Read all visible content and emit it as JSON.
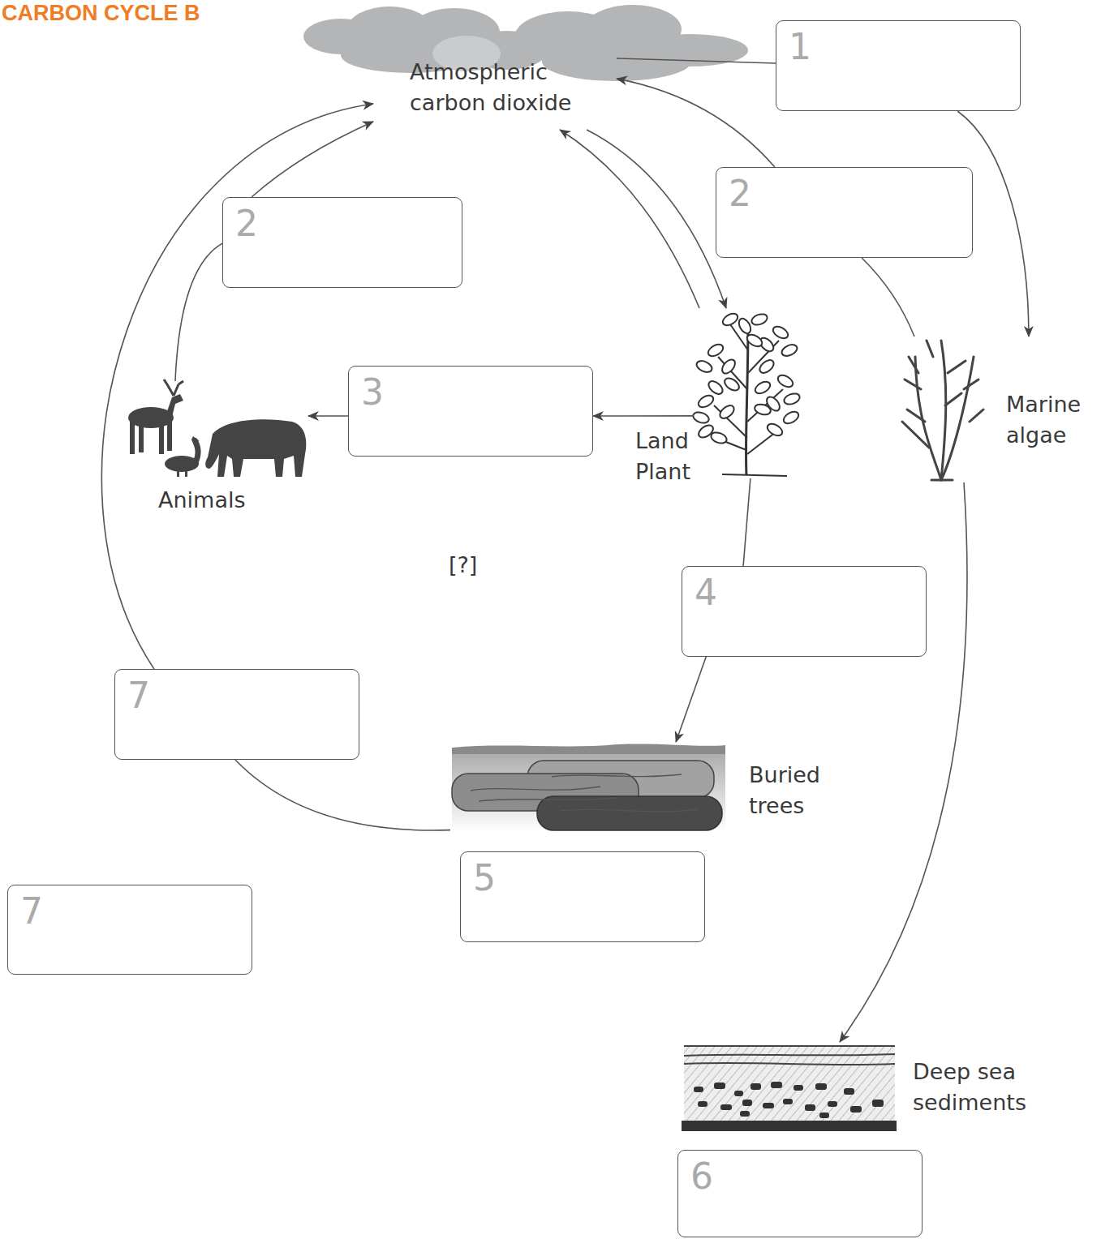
{
  "diagram": {
    "title": "CARBON CYCLE B",
    "nodes": [
      {
        "text": [
          "Atmospheric carbon dioxide"
        ]
      },
      {
        "text": [
          "1"
        ]
      },
      {
        "text": [
          "2"
        ]
      },
      {
        "text": [
          "2"
        ]
      },
      {
        "text": [
          "3"
        ]
      },
      {
        "text": [
          "Land Plant"
        ]
      },
      {
        "text": [
          "Marine algae"
        ]
      },
      {
        "text": [
          "Animals"
        ]
      },
      {
        "text": [
          "4"
        ]
      },
      {
        "text": [
          "7"
        ]
      },
      {
        "text": [
          "Buried trees"
        ]
      },
      {
        "text": [
          "5"
        ]
      },
      {
        "text": [
          "7"
        ]
      },
      {
        "text": [
          "Deep sea sediments"
        ]
      },
      {
        "text": [
          "6"
        ]
      }
    ],
    "edges": [
      {
        "from": 0,
        "to": 1,
        "arrow": "none"
      },
      {
        "from": 1,
        "to": 6,
        "arrow": "to"
      },
      {
        "from": 6,
        "to": 2,
        "arrow": "none"
      },
      {
        "from": 2,
        "to": 0,
        "arrow": "to"
      },
      {
        "from": 5,
        "to": 0,
        "arrow": "to"
      },
      {
        "from": 0,
        "to": 5,
        "arrow": "to"
      },
      {
        "from": 7,
        "to": 3,
        "arrow": "none"
      },
      {
        "from": 3,
        "to": 0,
        "arrow": "to"
      },
      {
        "from": 5,
        "to": 4,
        "arrow": "to"
      },
      {
        "from": 4,
        "to": 7,
        "arrow": "to"
      },
      {
        "from": 5,
        "to": 8,
        "arrow": "none"
      },
      {
        "from": 8,
        "to": 10,
        "arrow": "to"
      },
      {
        "from": 10,
        "to": 9,
        "arrow": "none"
      },
      {
        "from": 9,
        "to": 0,
        "arrow": "to"
      },
      {
        "from": 6,
        "to": 13,
        "arrow": "to"
      }
    ],
    "labels": [
      "[?]"
    ]
  }
}
